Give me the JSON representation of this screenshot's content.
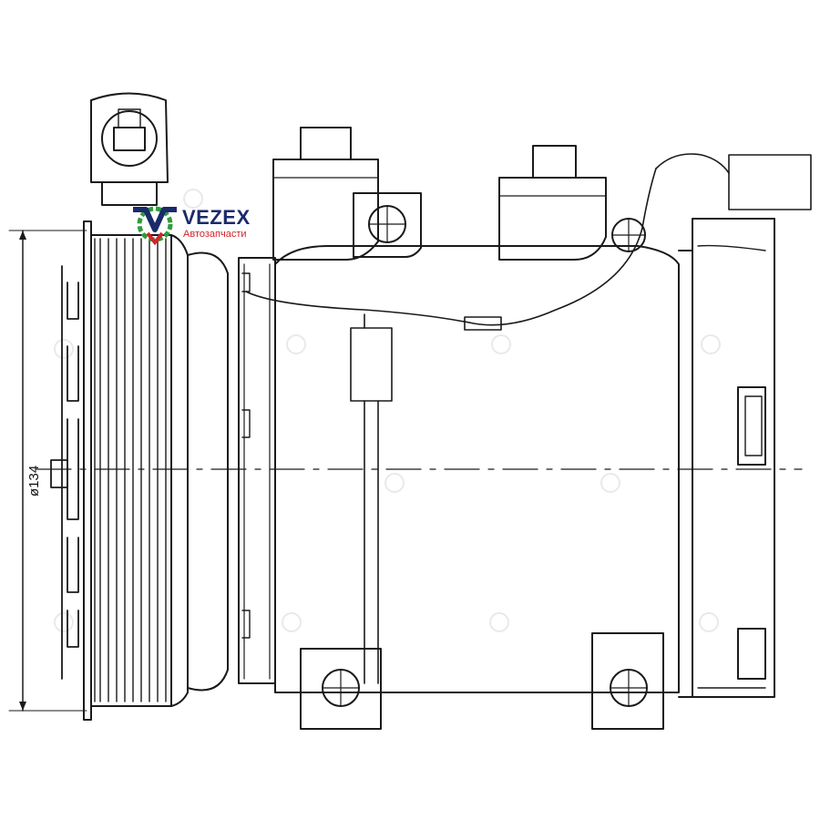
{
  "logo": {
    "title": "VEZEX",
    "subtitle": "Автозапчасти",
    "colors": {
      "primary": "#1b2a6b",
      "accent": "#d2232a",
      "gear": "#2e9d3a"
    }
  },
  "dimension": {
    "label": "ø134"
  },
  "drawing": {
    "line_color": "#1a1a1a",
    "watermark_color": "#e6e6e6"
  }
}
